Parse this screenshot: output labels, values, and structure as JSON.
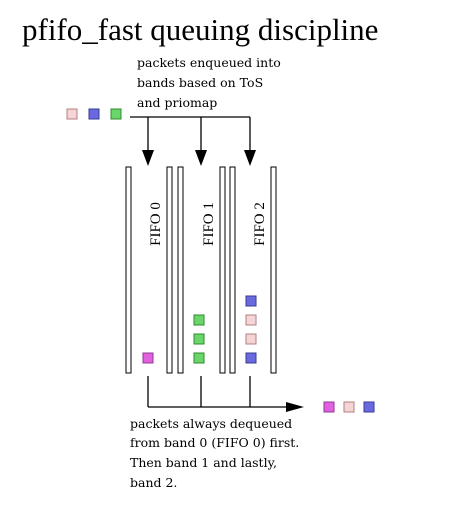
{
  "title": "pfifo_fast queuing discipline",
  "enqueue_note": [
    "packets enqueued into",
    "bands based on ToS",
    "and priomap"
  ],
  "dequeue_note": [
    "packets always dequeued",
    "from band 0 (FIFO 0) first.",
    "Then band 1 and lastly,",
    "band 2."
  ],
  "bands": [
    {
      "label": "FIFO 0",
      "queued": [
        "magenta"
      ]
    },
    {
      "label": "FIFO 1",
      "queued": [
        "green",
        "green",
        "green"
      ]
    },
    {
      "label": "FIFO 2",
      "queued": [
        "blue",
        "pink",
        "pink",
        "blue"
      ]
    }
  ],
  "incoming_packets": [
    "pink",
    "blue",
    "green"
  ],
  "outgoing_packets": [
    "magenta",
    "pink",
    "blue"
  ],
  "packet_colors": {
    "pink": {
      "fill": "#f4d4d4",
      "stroke": "#b08080"
    },
    "blue": {
      "fill": "#6a6ae0",
      "stroke": "#3a3a90"
    },
    "green": {
      "fill": "#6ad66a",
      "stroke": "#2f8a2f"
    },
    "magenta": {
      "fill": "#e060e0",
      "stroke": "#903a90"
    }
  }
}
